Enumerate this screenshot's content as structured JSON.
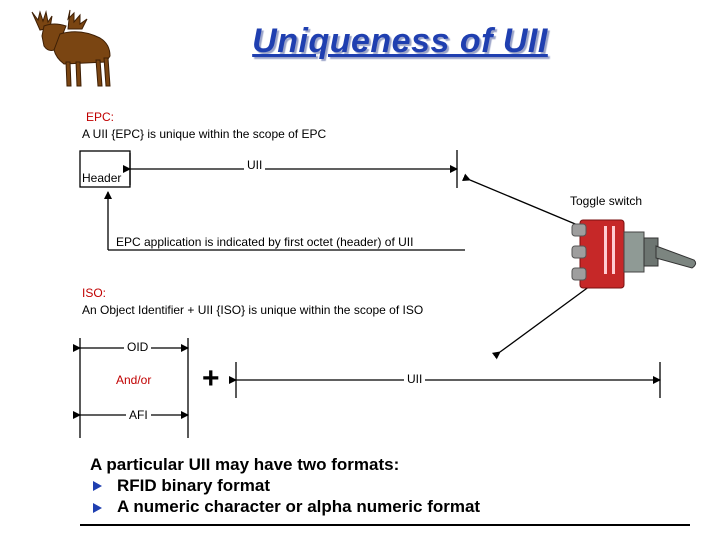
{
  "title": "Uniqueness of UII",
  "epc": {
    "heading": "EPC:",
    "description": "A UII {EPC} is unique within the scope of EPC",
    "header_label": "Header",
    "uii_label": "UII",
    "application_note": "EPC application is indicated by first octet (header) of UII"
  },
  "toggle": {
    "label": "Toggle switch"
  },
  "iso": {
    "heading": "ISO:",
    "description": "An Object Identifier + UII {ISO} is unique within the scope of ISO",
    "oid_label": "OID",
    "andor_label": "And/or",
    "afi_label": "AFI",
    "plus": "+",
    "uii_label": "UII"
  },
  "summary": {
    "intro": "A particular UII may have two formats:",
    "formats": [
      "RFID binary format",
      "A numeric character or alpha numeric format"
    ]
  },
  "icons": {
    "logo": "moose-icon",
    "switch": "toggle-switch-icon"
  },
  "colors": {
    "title": "#1f3fb0",
    "heading": "#c00000",
    "switch_body": "#c62828"
  }
}
